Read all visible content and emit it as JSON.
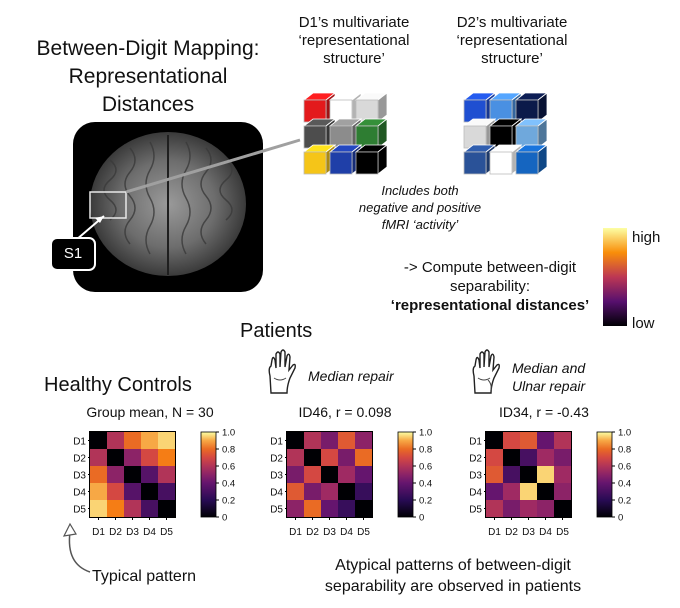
{
  "header": {
    "title_line1": "Between-Digit Mapping:",
    "title_line2": "Representational",
    "title_line3": "Distances"
  },
  "brain": {
    "region_label": "S1"
  },
  "cubes": {
    "d1_line1": "D1’s multivariate",
    "d1_line2": "‘representational",
    "d1_line3": "structure’",
    "d2_line1": "D2’s multivariate",
    "d2_line2": "‘representational",
    "d2_line3": "structure’",
    "d1_colors": [
      "#e31a1c",
      "#ffffff",
      "#d9d9d9",
      "#4d4d4d",
      "#8c8c8c",
      "#2e7d32",
      "#f5c518",
      "#1f3fa8",
      "#000000"
    ],
    "d2_colors": [
      "#1f4fd1",
      "#4a90e2",
      "#0b1a4a",
      "#d9d9d9",
      "#000000",
      "#6fa8dc",
      "#2a5298",
      "#ffffff",
      "#1565c0"
    ]
  },
  "note": {
    "line1": "Includes both",
    "line2": "negative and positive",
    "line3": "fMRI ‘activity’"
  },
  "compute": {
    "line1": "-> Compute between-digit",
    "line2": "separability:",
    "line3": "‘representational distances’"
  },
  "scale": {
    "high": "high",
    "low": "low"
  },
  "sections": {
    "patients": "Patients",
    "controls": "Healthy Controls"
  },
  "repairs": {
    "median": "Median repair",
    "median_ulnar_line1": "Median and",
    "median_ulnar_line2": "Ulnar repair"
  },
  "digits": [
    "D1",
    "D2",
    "D3",
    "D4",
    "D5"
  ],
  "colorbar_ticks": [
    "1.0",
    "0.8",
    "0.6",
    "0.4",
    "0.2",
    "0"
  ],
  "captions": {
    "typical": "Typical pattern",
    "atypical_line1": "Atypical patterns of between-digit",
    "atypical_line2": "separability are observed in patients"
  },
  "chart_data": [
    {
      "type": "heatmap",
      "title": "Group mean, N = 30",
      "x": [
        "D1",
        "D2",
        "D3",
        "D4",
        "D5"
      ],
      "y": [
        "D1",
        "D2",
        "D3",
        "D4",
        "D5"
      ],
      "zlim": [
        0,
        1
      ],
      "colormap": "inferno",
      "values": [
        [
          0.0,
          0.6,
          0.8,
          0.9,
          0.95
        ],
        [
          0.6,
          0.0,
          0.5,
          0.7,
          0.85
        ],
        [
          0.8,
          0.5,
          0.0,
          0.35,
          0.6
        ],
        [
          0.9,
          0.7,
          0.35,
          0.0,
          0.3
        ],
        [
          0.95,
          0.85,
          0.6,
          0.3,
          0.0
        ]
      ]
    },
    {
      "type": "heatmap",
      "title": "ID46, r = 0.098",
      "x": [
        "D1",
        "D2",
        "D3",
        "D4",
        "D5"
      ],
      "y": [
        "D1",
        "D2",
        "D3",
        "D4",
        "D5"
      ],
      "zlim": [
        0,
        1
      ],
      "colormap": "inferno",
      "values": [
        [
          0.0,
          0.6,
          0.45,
          0.75,
          0.5
        ],
        [
          0.6,
          0.0,
          0.7,
          0.45,
          0.8
        ],
        [
          0.45,
          0.7,
          0.0,
          0.55,
          0.4
        ],
        [
          0.75,
          0.45,
          0.55,
          0.0,
          0.25
        ],
        [
          0.5,
          0.8,
          0.4,
          0.25,
          0.0
        ]
      ]
    },
    {
      "type": "heatmap",
      "title": "ID34, r = -0.43",
      "x": [
        "D1",
        "D2",
        "D3",
        "D4",
        "D5"
      ],
      "y": [
        "D1",
        "D2",
        "D3",
        "D4",
        "D5"
      ],
      "zlim": [
        0,
        1
      ],
      "colormap": "inferno",
      "values": [
        [
          0.0,
          0.7,
          0.75,
          0.4,
          0.6
        ],
        [
          0.7,
          0.0,
          0.3,
          0.55,
          0.45
        ],
        [
          0.75,
          0.3,
          0.0,
          0.95,
          0.55
        ],
        [
          0.4,
          0.55,
          0.95,
          0.0,
          0.5
        ],
        [
          0.6,
          0.45,
          0.55,
          0.5,
          0.0
        ]
      ]
    }
  ]
}
